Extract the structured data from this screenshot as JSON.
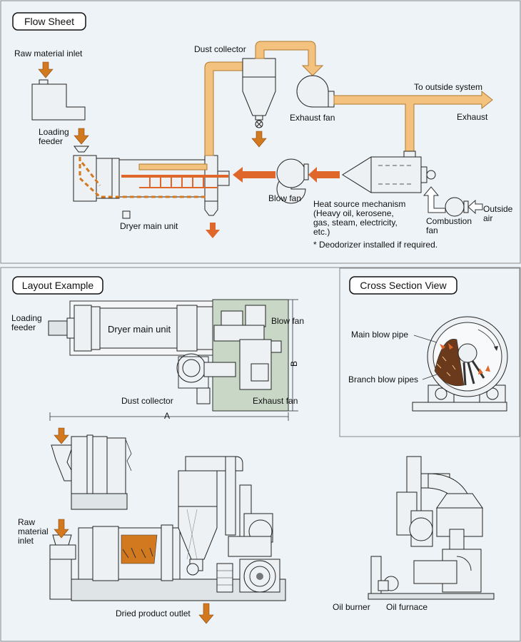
{
  "flow_sheet": {
    "title": "Flow Sheet",
    "raw_material_inlet": "Raw material inlet",
    "loading_feeder_1": "Loading",
    "loading_feeder_2": "feeder",
    "dust_collector": "Dust collector",
    "exhaust_fan": "Exhaust fan",
    "to_outside_system": "To outside system",
    "exhaust": "Exhaust",
    "blow_fan": "Blow fan",
    "dryer_main_unit": "Dryer main unit",
    "heat_source_1": "Heat source mechanism",
    "heat_source_2": "(Heavy oil, kerosene,",
    "heat_source_3": "gas, steam, electricity,",
    "heat_source_4": "etc.)",
    "combustion_fan_1": "Combustion",
    "combustion_fan_2": "fan",
    "outside_air_1": "Outside",
    "outside_air_2": "air",
    "deodorizer_note": "* Deodorizer installed if required."
  },
  "layout_example": {
    "title": "Layout Example",
    "loading_feeder_1": "Loading",
    "loading_feeder_2": "feeder",
    "dryer_main_unit": "Dryer main unit",
    "blow_fan": "Blow fan",
    "dim_b": "B",
    "dim_a": "A",
    "dust_collector": "Dust collector",
    "exhaust_fan": "Exhaust fan",
    "raw_material_inlet_1": "Raw",
    "raw_material_inlet_2": "material",
    "raw_material_inlet_3": "inlet",
    "dried_product_outlet": "Dried product outlet",
    "oil_burner": "Oil burner",
    "oil_furnace": "Oil furnace"
  },
  "cross_section": {
    "title": "Cross Section View",
    "main_blow_pipe": "Main blow pipe",
    "branch_blow_pipes": "Branch blow pipes"
  },
  "colors": {
    "background": "#eef3f7",
    "pipe": "#f4c27f",
    "hot_air_arrow": "#e0672a",
    "material_arrow": "#d2781e",
    "machine_green": "#c9d8c6"
  }
}
